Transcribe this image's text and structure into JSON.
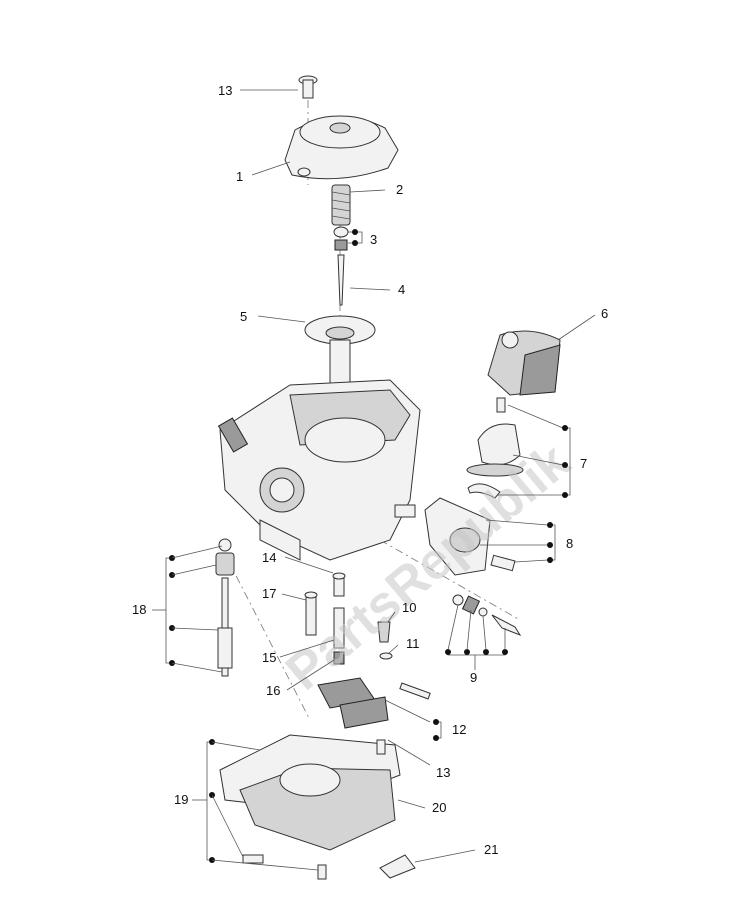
{
  "watermark": "PartsRepublik",
  "callouts": {
    "c1": "1",
    "c2": "2",
    "c3": "3",
    "c4": "4",
    "c5": "5",
    "c6": "6",
    "c7": "7",
    "c8": "8",
    "c9": "9",
    "c10": "10",
    "c11": "11",
    "c12": "12",
    "c13a": "13",
    "c13b": "13",
    "c14": "14",
    "c15": "15",
    "c16": "16",
    "c17": "17",
    "c18": "18",
    "c19": "19",
    "c20": "20",
    "c21": "21"
  }
}
